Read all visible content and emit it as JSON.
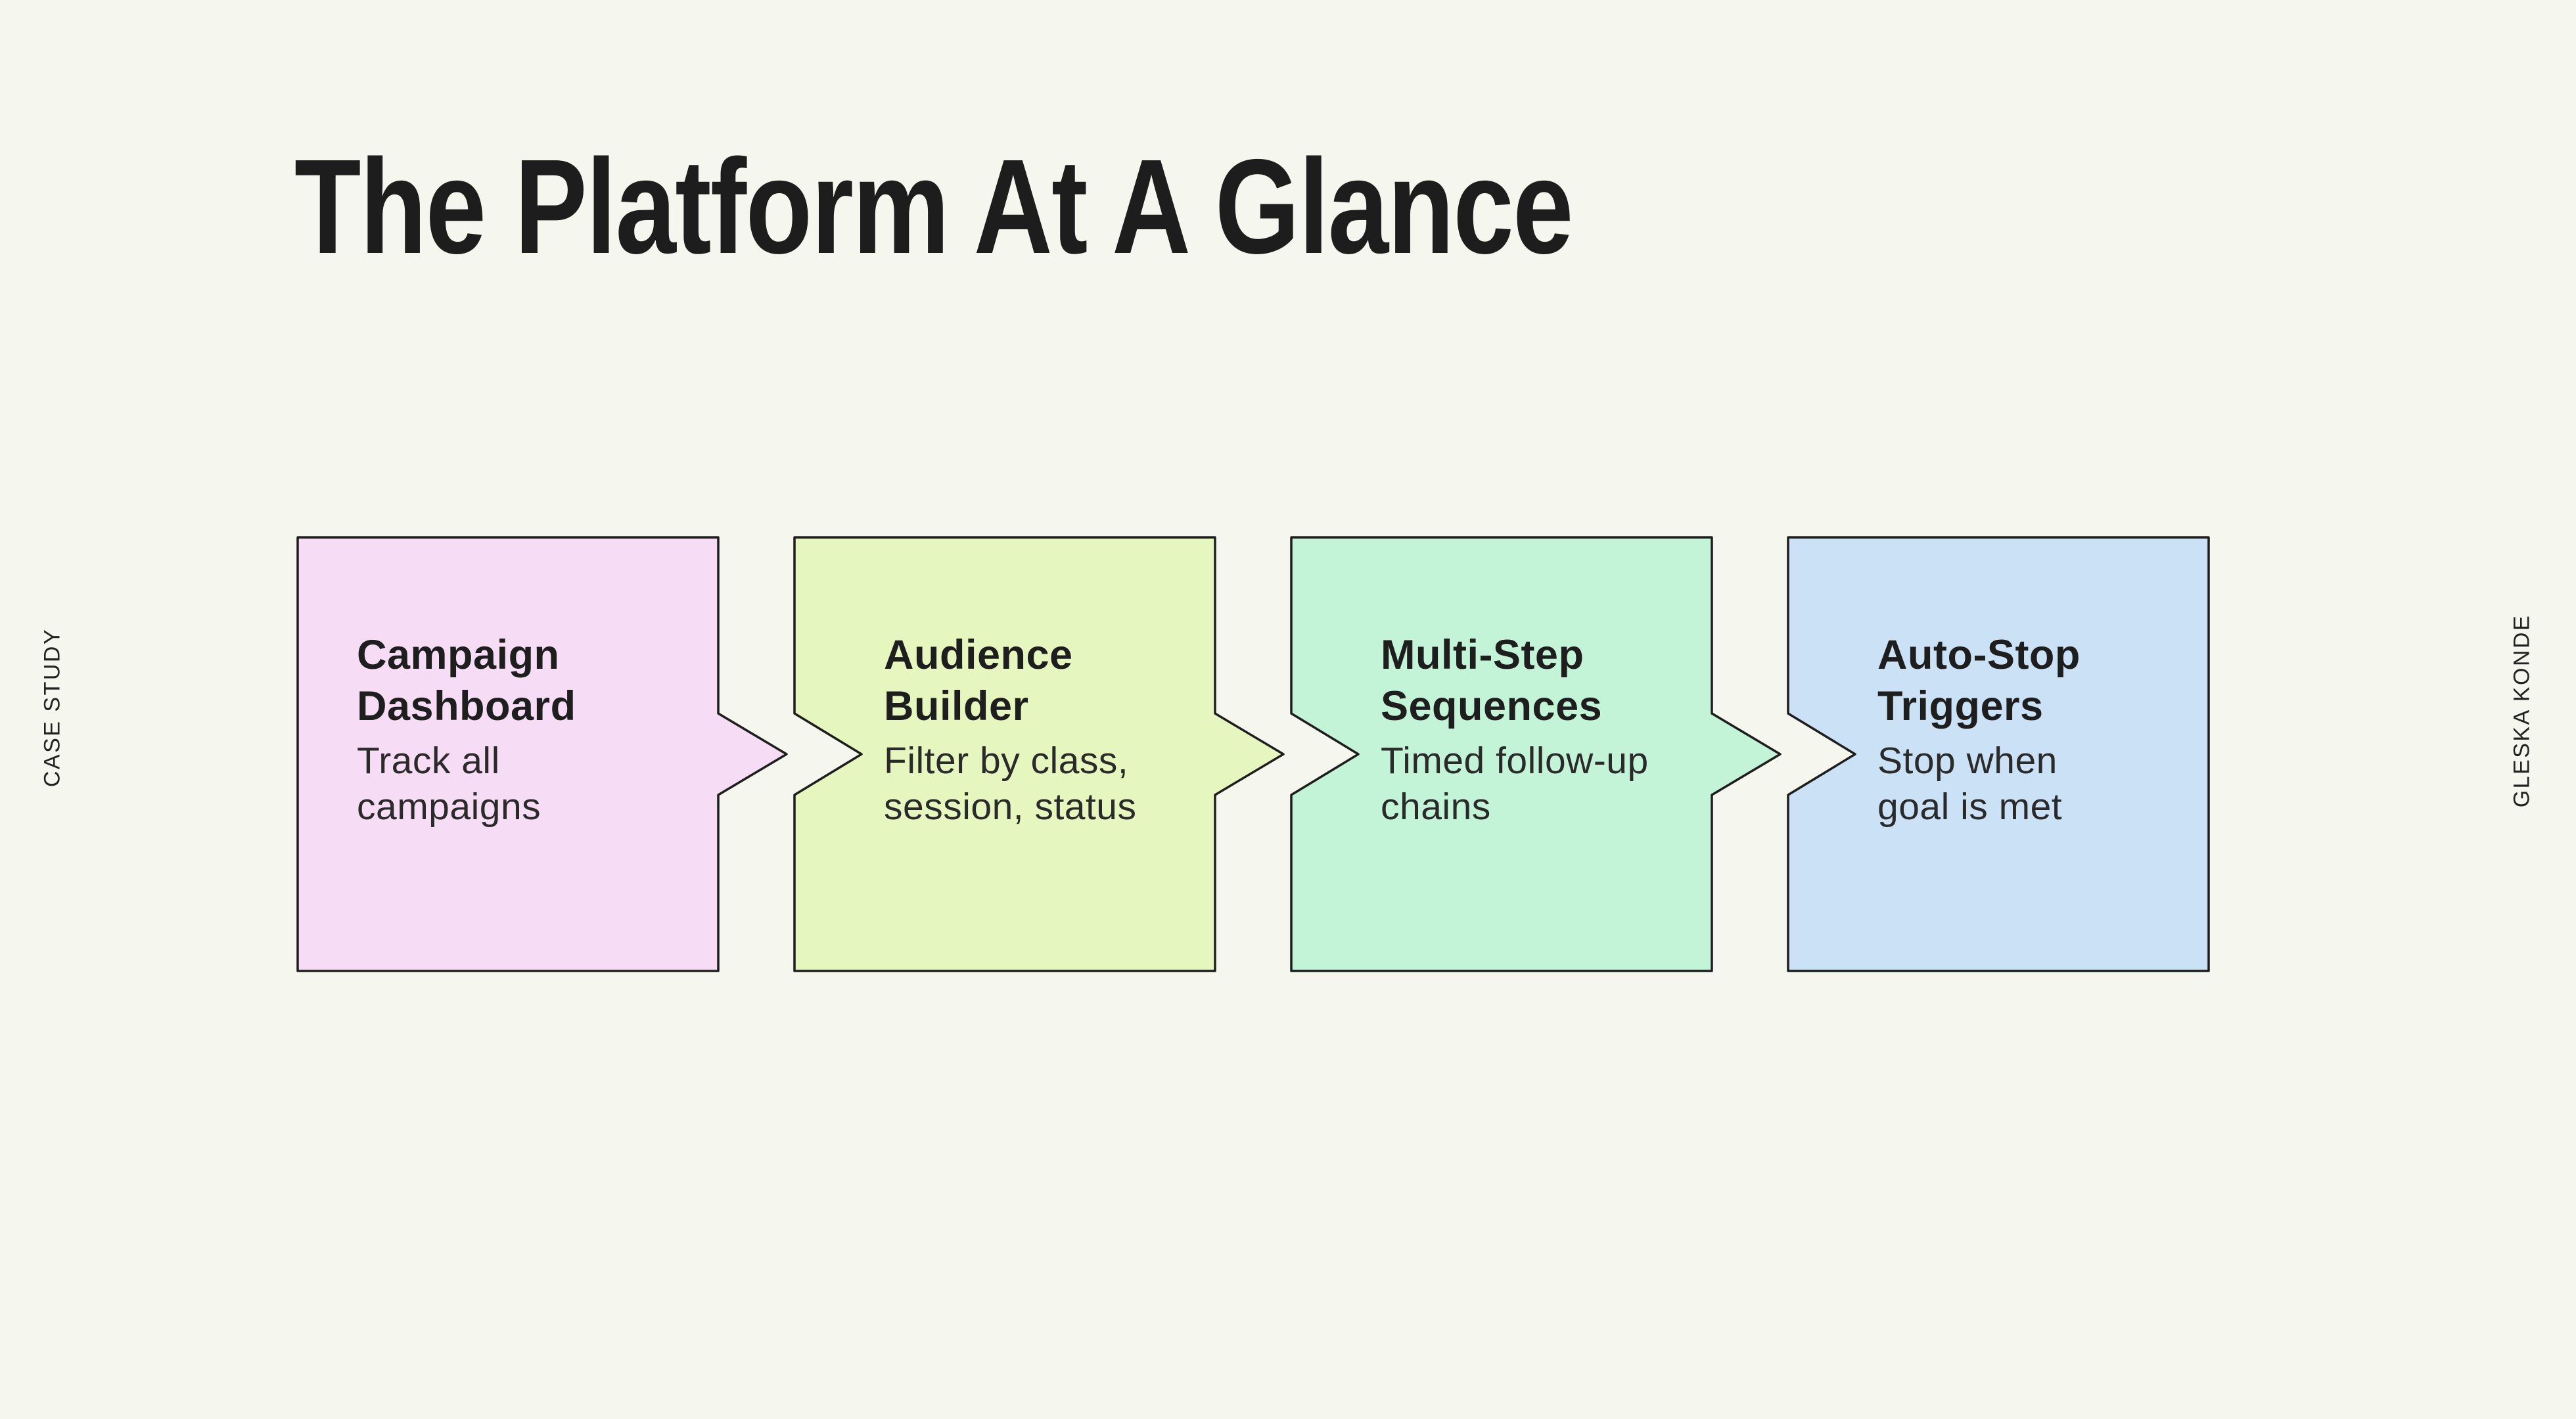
{
  "slide": {
    "title": "The Platform At A Glance",
    "left_label": "CASE STUDY",
    "right_label": "GLESKA KONDE"
  },
  "cards": [
    {
      "heading": "Campaign\nDashboard",
      "body": "Track all\ncampaigns",
      "fill": "#F7DCF5"
    },
    {
      "heading": "Audience\nBuilder",
      "body": "Filter by class,\nsession, status",
      "fill": "#E6F6BF"
    },
    {
      "heading": "Multi-Step\nSequences",
      "body": "Timed follow-up\nchains",
      "fill": "#C4F4D7"
    },
    {
      "heading": "Auto-Stop\nTriggers",
      "body": "Stop when\ngoal is met",
      "fill": "#CBE2F6"
    }
  ],
  "colors": {
    "background": "#F5F6EE",
    "border": "#1D1D1D",
    "title_text": "#1D1D1D",
    "card_text": "#222222"
  }
}
